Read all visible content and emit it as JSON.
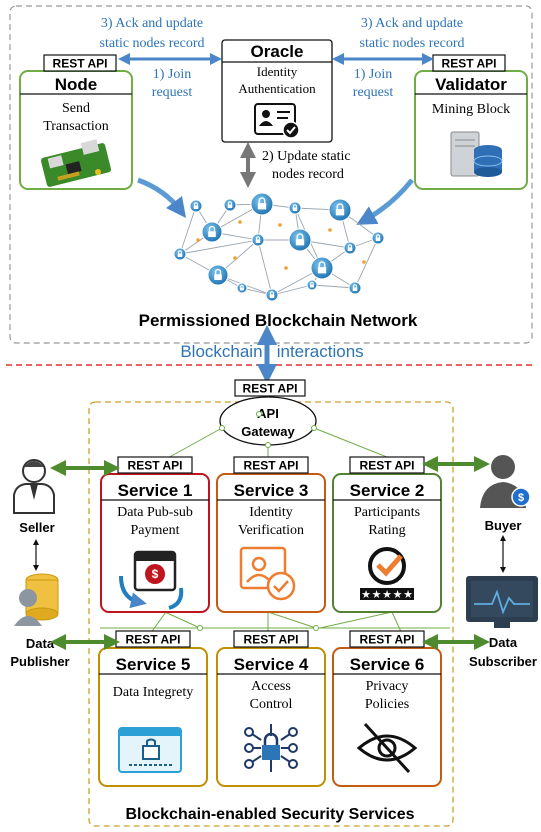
{
  "top_section": {
    "title": "Permissioned Blockchain Network",
    "node": {
      "api_label": "REST API",
      "title": "Node",
      "desc_line1": "Send",
      "desc_line2": "Transaction"
    },
    "oracle": {
      "title": "Oracle",
      "desc_line1": "Identity",
      "desc_line2": "Authentication"
    },
    "validator": {
      "api_label": "REST API",
      "title": "Validator",
      "desc": "Mining Block"
    },
    "arrows": {
      "ack_left_line1": "3) Ack and update",
      "ack_left_line2": "static nodes record",
      "ack_right_line1": "3) Ack and update",
      "ack_right_line2": "static nodes record",
      "join_left_line1": "1) Join",
      "join_left_line2": "request",
      "join_right_line1": "1) Join",
      "join_right_line2": "request",
      "update_line1": "2) Update static",
      "update_line2": "nodes record"
    }
  },
  "interaction_label": "Blockchain   interactions",
  "bottom_section": {
    "title": "Blockchain-enabled Security Services",
    "gateway": {
      "api_label": "REST API",
      "line1": "API",
      "line2": "Gateway"
    },
    "services": [
      {
        "api_label": "REST API",
        "title": "Service 1",
        "line1": "Data Pub-sub",
        "line2": "Payment",
        "color": "#c0151f"
      },
      {
        "api_label": "REST API",
        "title": "Service 3",
        "line1": "Identity",
        "line2": "Verification",
        "color": "#c55a11"
      },
      {
        "api_label": "REST API",
        "title": "Service 2",
        "line1": "Participants",
        "line2": "Rating",
        "color": "#548235"
      },
      {
        "api_label": "REST API",
        "title": "Service 5",
        "line1": "Data Integrety",
        "line2": "",
        "color": "#bf9000"
      },
      {
        "api_label": "REST API",
        "title": "Service 4",
        "line1": "Access",
        "line2": "Control",
        "color": "#bf9000"
      },
      {
        "api_label": "REST API",
        "title": "Service 6",
        "line1": "Privacy",
        "line2": "Policies",
        "color": "#c55a11"
      }
    ],
    "actors": {
      "seller": "Seller",
      "data_publisher_line1": "Data",
      "data_publisher_line2": "Publisher",
      "buyer": "Buyer",
      "data_subscriber_line1": "Data",
      "data_subscriber_line2": "Subscriber"
    }
  },
  "colors": {
    "arrow_blue": "#5b9bd5",
    "node_green": "#70ad47",
    "divider_red": "#e0302a",
    "dashed_gold": "#c9a227",
    "lock_blue": "#1f7fbf"
  }
}
